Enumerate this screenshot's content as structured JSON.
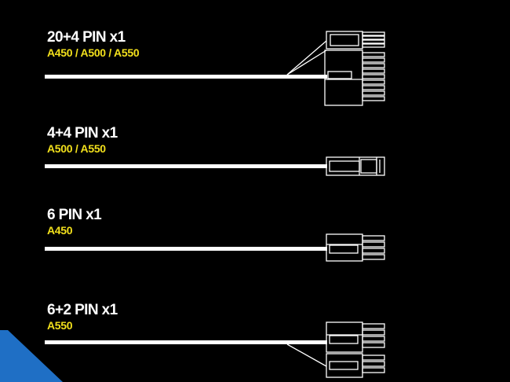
{
  "colors": {
    "background": "#000000",
    "cable": "#ffffff",
    "title_text": "#ffffff",
    "model_text": "#f2e01c",
    "accent_corner": "#1f6fc5"
  },
  "connectors": [
    {
      "title": "20+4 PIN x1",
      "models": "A450 / A500 / A550",
      "icon": "atx-24pin-connector-icon"
    },
    {
      "title": "4+4 PIN x1",
      "models": "A500 / A550",
      "icon": "eps-8pin-connector-icon"
    },
    {
      "title": "6 PIN x1",
      "models": "A450",
      "icon": "pcie-6pin-connector-icon"
    },
    {
      "title": "6+2 PIN x1",
      "models": "A550",
      "icon": "pcie-8pin-connector-icon"
    }
  ]
}
